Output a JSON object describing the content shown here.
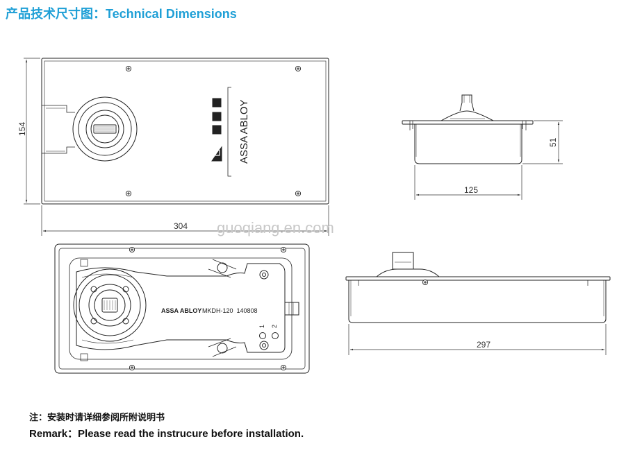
{
  "title": {
    "chinese": "产品技术尺寸图：",
    "english": "Technical Dimensions",
    "color": "#1e9fd6"
  },
  "top_view": {
    "brand_label": "ASSA ABLOY",
    "dim_length": "304",
    "dim_width": "154"
  },
  "side_view_short": {
    "dim_length": "125",
    "dim_height": "51"
  },
  "bottom_view": {
    "brand_label": "ASSA ABLOY",
    "model_label": "MKDH-120  140808",
    "valve_1": "1",
    "valve_2": "2"
  },
  "side_view_long": {
    "dim_length": "297"
  },
  "watermark": "guoqiang.en.com",
  "notes": {
    "chinese": "注：安装时请详细参阅所附说明书",
    "english": "Remark：Please read the instrucure before installation."
  }
}
